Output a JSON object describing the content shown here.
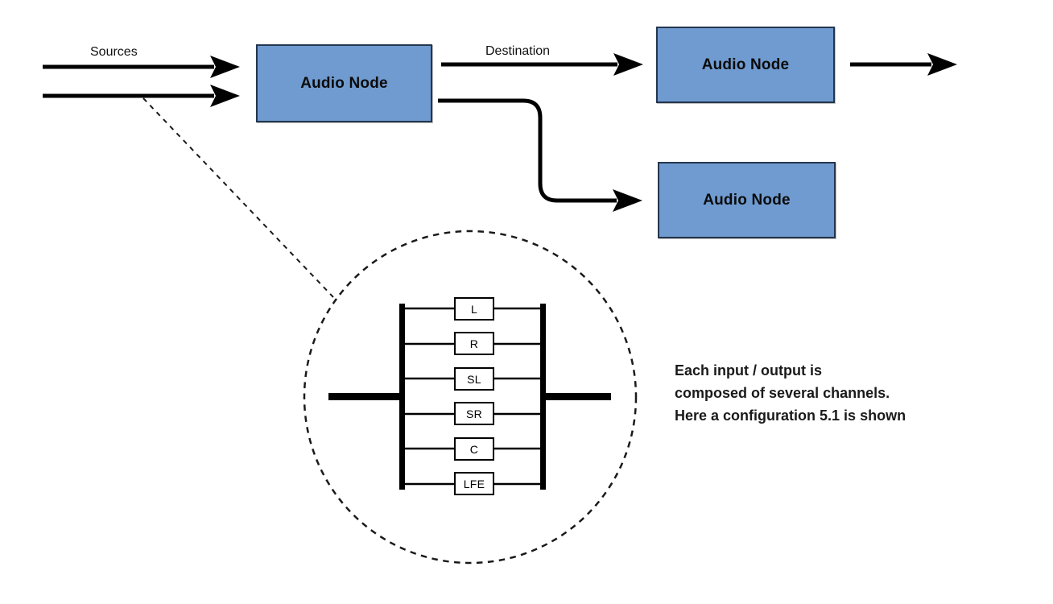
{
  "diagram": {
    "sources_label": "Sources",
    "destination_label": "Destination",
    "nodes": [
      {
        "label": "Audio Node"
      },
      {
        "label": "Audio Node"
      },
      {
        "label": "Audio Node"
      }
    ],
    "channels": [
      "L",
      "R",
      "SL",
      "SR",
      "C",
      "LFE"
    ],
    "caption": {
      "line1": "Each input / output is",
      "line2": "composed of several channels.",
      "line3": "Here a configuration 5.1 is shown"
    },
    "colors": {
      "node_fill": "#6f9bd0",
      "node_border": "#24364d",
      "line": "#000000"
    }
  }
}
